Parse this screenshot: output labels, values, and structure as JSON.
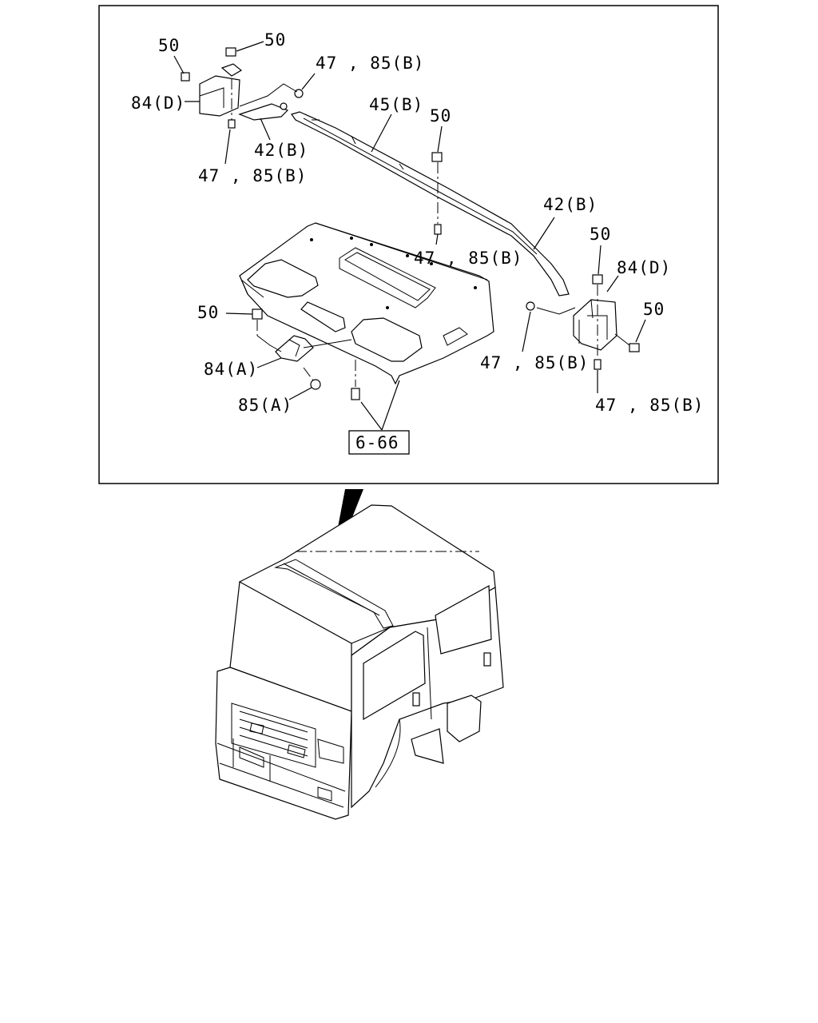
{
  "labels": {
    "clip_50_tl1": "50",
    "clip_50_tl2": "50",
    "screw_top": "47 , 85(B)",
    "bracket_84d_left": "84(D)",
    "rail_45b": "45(B)",
    "clip_50_mid": "50",
    "seal_42b_left": "42(B)",
    "screw_left": "47 , 85(B)",
    "seal_42b_right": "42(B)",
    "clip_50_right_top": "50",
    "bracket_84d_right": "84(D)",
    "screw_mid": "47 , 85(B)",
    "clip_50_right": "50",
    "clip_50_lower": "50",
    "bracket_84a": "84(A)",
    "screw_85a": "85(A)",
    "screw_right_1": "47 , 85(B)",
    "screw_right_2": "47 , 85(B)",
    "ref_box": "6-66"
  }
}
